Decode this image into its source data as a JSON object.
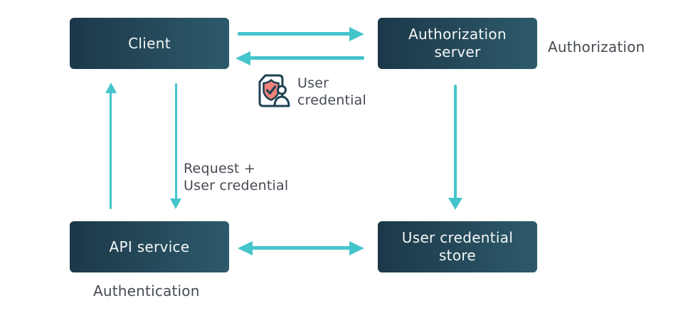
{
  "diagram": {
    "nodes": [
      {
        "id": "client",
        "label": "Client"
      },
      {
        "id": "authorization-server",
        "label": "Authorization server"
      },
      {
        "id": "api-service",
        "label": "API service"
      },
      {
        "id": "user-credential-store",
        "label": "User credential store"
      }
    ],
    "edges": [
      {
        "from": "client",
        "to": "authorization-server",
        "type": "arrow-right"
      },
      {
        "from": "authorization-server",
        "to": "client",
        "type": "arrow-left",
        "note": "User credential"
      },
      {
        "from": "api-service",
        "to": "client",
        "type": "arrow-up"
      },
      {
        "from": "client",
        "to": "api-service",
        "type": "arrow-down",
        "note": "Request + User credential"
      },
      {
        "from": "authorization-server",
        "to": "user-credential-store",
        "type": "arrow-down"
      },
      {
        "from": "api-service",
        "to": "user-credential-store",
        "type": "arrow-both"
      }
    ],
    "annotations": {
      "authorization": "Authorization",
      "authentication": "Authentication",
      "user_credential_line1": "User",
      "user_credential_line2": "credential",
      "request_line1": "Request +",
      "request_line2": "User credential"
    },
    "icon": {
      "name": "user-credential-shield-document-icon"
    },
    "colors": {
      "coral": "#ee7c70",
      "teal": "#46c4cc",
      "box_gradient_dark": "#1c3848",
      "box_gradient_light": "#2d5a6b",
      "box_border": "#fbfdfd",
      "box_text": "#f4f7f7",
      "annotation_text": "#454a53",
      "background": "#ffffff"
    }
  }
}
